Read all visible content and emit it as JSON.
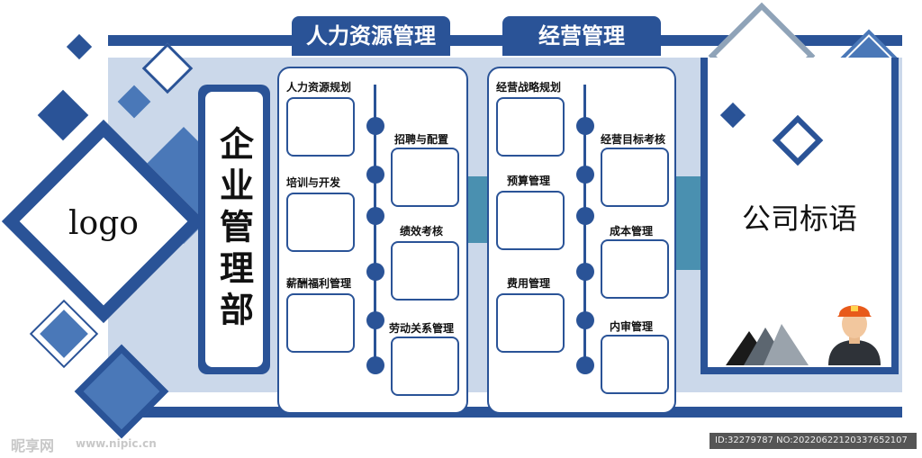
{
  "logo_text": "logo",
  "department_title": "企业管理部",
  "hr_section": {
    "title": "人力资源管理",
    "items_left": [
      "人力资源规划",
      "培训与开发",
      "薪酬福利管理"
    ],
    "items_right": [
      "招聘与配置",
      "绩效考核",
      "劳动关系管理"
    ]
  },
  "ops_section": {
    "title": "经营管理",
    "items_left": [
      "经营战略规划",
      "预算管理",
      "费用管理"
    ],
    "items_right": [
      "经营目标考核",
      "成本管理",
      "内审管理"
    ]
  },
  "slogan": "公司标语",
  "watermark": {
    "brand": "昵享网",
    "url": "www.nipic.cn",
    "id_text": "ID:32279787 NO:20220622120337652107"
  },
  "colors": {
    "primary": "#2a5397",
    "light": "#cbd8ea",
    "mid": "#4a78b8",
    "teal": "#4a90b0",
    "gray": "#8fa3b8"
  }
}
